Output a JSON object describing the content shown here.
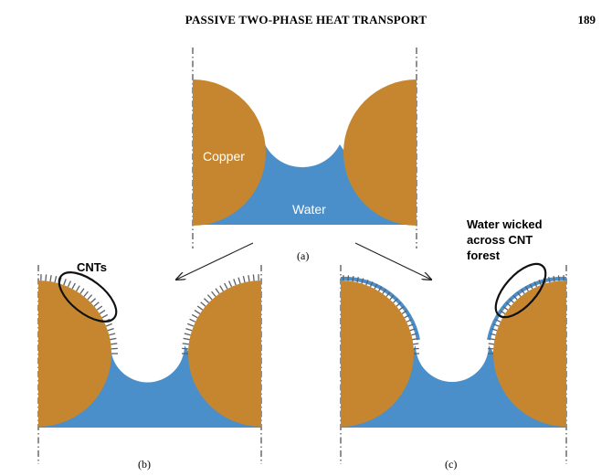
{
  "header": {
    "title": "PASSIVE TWO-PHASE HEAT TRANSPORT",
    "page_number": "189"
  },
  "panel_a": {
    "caption": "(a)",
    "label_copper": "Copper",
    "label_water": "Water"
  },
  "panel_b": {
    "caption": "(b)",
    "label_cnts": "CNTs"
  },
  "panel_c": {
    "caption": "(c)",
    "note_lines": [
      "Water wicked",
      "across CNT",
      "forest"
    ]
  },
  "colors": {
    "copper": "#C5862F",
    "water": "#4A8FC9",
    "cnt": "#5D5F66",
    "line": "#222222"
  }
}
